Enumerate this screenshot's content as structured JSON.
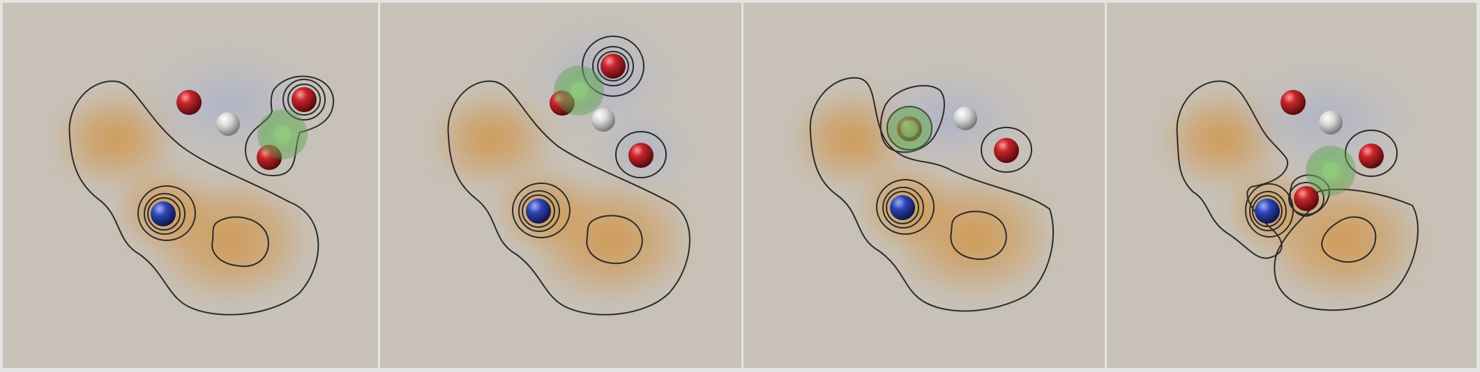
{
  "figure": {
    "panel_count": 4,
    "background_color": "#c7c1b8",
    "frame_color": "#e4e4e4",
    "contour_color": "#2b2b2b",
    "warm_field_color": "#d2913f",
    "cool_field_color": "#aeb3c6",
    "atom_colors": {
      "oxygen": "#b81e24",
      "hydrogen": "#dadada",
      "nitrogen": "#2b3fa8",
      "probe": "#5faa50"
    },
    "panels": [
      {
        "name": "panel-1",
        "probe_location": "near-right-oxygens"
      },
      {
        "name": "panel-2",
        "probe_location": "near-upper-oxygen"
      },
      {
        "name": "panel-3",
        "probe_location": "inside-orange-lobe"
      },
      {
        "name": "panel-4",
        "probe_location": "between-lobes"
      }
    ]
  }
}
